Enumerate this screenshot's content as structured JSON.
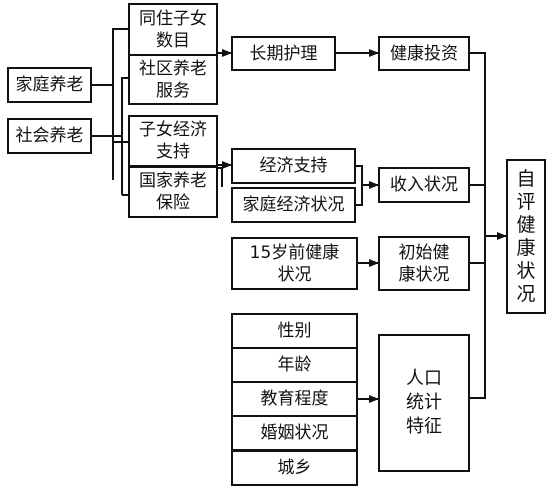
{
  "nodes": {
    "family_care": "家庭养老",
    "social_care": "社会养老",
    "coresident_children": "同住子女\n数目",
    "community_service": "社区养老\n服务",
    "children_support": "子女经济\n支持",
    "state_security": "国家养老\n保险",
    "long_term_care": "长期护理",
    "economic_support": "经济支持",
    "household_economy": "家庭经济状况",
    "health_pre15": "15岁前健康\n状况",
    "health_investment": "健康投资",
    "income_status": "收入状况",
    "initial_health": "初始健\n康状况",
    "gender": "性别",
    "age": "年龄",
    "education": "教育程度",
    "marital": "婚姻状况",
    "urban_rural": "城乡",
    "demographics": "人口\n统计\n特征",
    "self_rated_health": "自\n评\n健\n康\n状\n况"
  },
  "colors": {
    "line": "#111111",
    "background": "#ffffff"
  }
}
